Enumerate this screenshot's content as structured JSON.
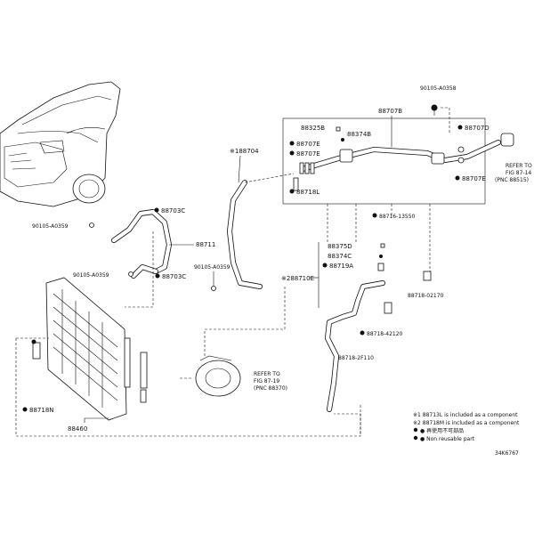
{
  "labels": {
    "p90105_a0358": "90105-A0358",
    "p88707b": "88707B",
    "p88325b": "88325B",
    "p88374b": "88374B",
    "p88707d": "88707D",
    "p88707e_a": "88707E",
    "p88707e_b": "88707E",
    "p88707e_c": "88707E",
    "p88718l": "88718L",
    "p88704": "※188704",
    "p88703c_a": "88703C",
    "p88703c_b": "88703C",
    "p90105_a0359_a": "90105-A0359",
    "p90105_a0359_b": "90105-A0359",
    "p90105_a0359_c": "90105-A0359",
    "p88711": "88711",
    "p88710e": "※288710E",
    "p88716_13550": "88716-13550",
    "p88375d": "88375D",
    "p88374c": "88374C",
    "p88719a": "88719A",
    "p88718_02170": "88718-02170",
    "p88718_42120": "88718-42120",
    "p88718_2f110": "88718-2F110",
    "p88718n": "88718N",
    "p88460": "88460"
  },
  "refs": {
    "ref1_line1": "REFER TO",
    "ref1_line2": "FIG 87-14",
    "ref1_line3": "(PNC 88515)",
    "ref2_line1": "REFER TO",
    "ref2_line2": "FIG 87-19",
    "ref2_line3": "(PNC 88370)"
  },
  "notes": {
    "note1": "※1 88713L is included as a component",
    "note2": "※2 88718M is included as a component",
    "note3": "● 再使用不可部品",
    "note4": "● Non reusable part",
    "code": "34K6767"
  }
}
